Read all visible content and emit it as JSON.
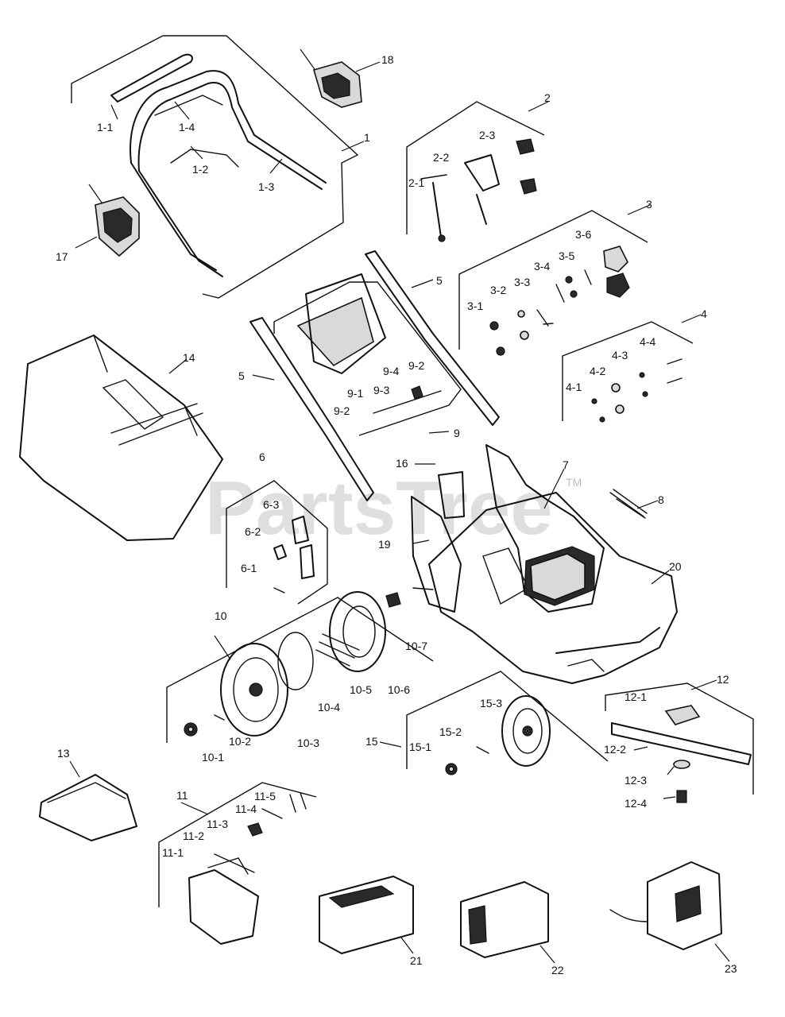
{
  "watermark": {
    "text": "PartsTree",
    "tm": "TM"
  },
  "labels": {
    "l1": "1",
    "l1_1": "1-1",
    "l1_2": "1-2",
    "l1_3": "1-3",
    "l1_4": "1-4",
    "l2": "2",
    "l2_1": "2-1",
    "l2_2": "2-2",
    "l2_3": "2-3",
    "l3": "3",
    "l3_1": "3-1",
    "l3_2": "3-2",
    "l3_3": "3-3",
    "l3_4": "3-4",
    "l3_5": "3-5",
    "l3_6": "3-6",
    "l4": "4",
    "l4_1": "4-1",
    "l4_2": "4-2",
    "l4_3": "4-3",
    "l4_4": "4-4",
    "l5a": "5",
    "l5b": "5",
    "l6": "6",
    "l6_1": "6-1",
    "l6_2": "6-2",
    "l6_3": "6-3",
    "l7": "7",
    "l8": "8",
    "l9": "9",
    "l9_1": "9-1",
    "l9_2a": "9-2",
    "l9_2b": "9-2",
    "l9_3": "9-3",
    "l9_4": "9-4",
    "l10": "10",
    "l10_1": "10-1",
    "l10_2": "10-2",
    "l10_3": "10-3",
    "l10_4": "10-4",
    "l10_5": "10-5",
    "l10_6": "10-6",
    "l10_7": "10-7",
    "l11": "11",
    "l11_1": "11-1",
    "l11_2": "11-2",
    "l11_3": "11-3",
    "l11_4": "11-4",
    "l11_5": "11-5",
    "l12": "12",
    "l12_1": "12-1",
    "l12_2": "12-2",
    "l12_3": "12-3",
    "l12_4": "12-4",
    "l13": "13",
    "l14": "14",
    "l15": "15",
    "l15_1": "15-1",
    "l15_2": "15-2",
    "l15_3": "15-3",
    "l16": "16",
    "l17": "17",
    "l18": "18",
    "l19": "19",
    "l20": "20",
    "l21": "21",
    "l22": "22",
    "l23": "23"
  }
}
